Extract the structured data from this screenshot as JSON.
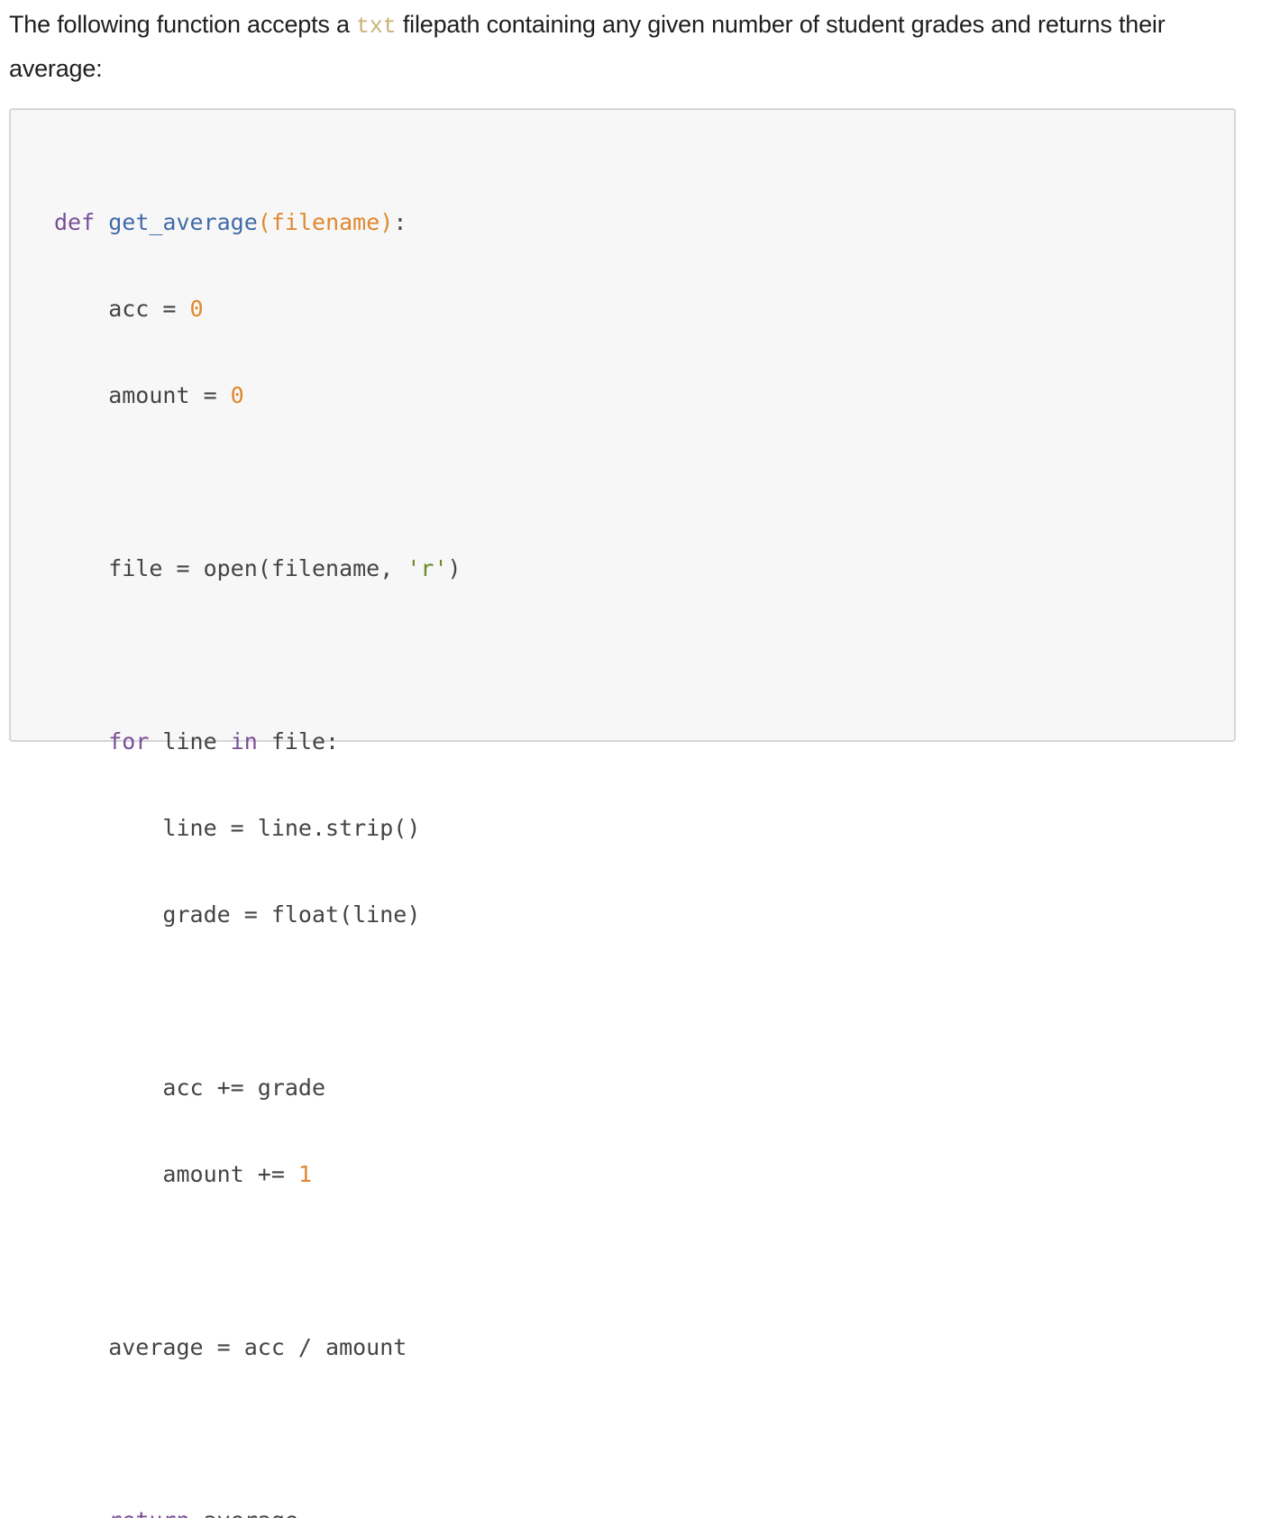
{
  "intro": {
    "before": "The following function accepts a ",
    "code": "txt",
    "after": " filepath containing any given number of student grades and returns their average:"
  },
  "code": {
    "l1": {
      "kw": "def",
      "sp": " ",
      "fn": "get_average",
      "open": "(",
      "param": "filename",
      "close": ")",
      "colon": ":"
    },
    "l2": {
      "text": "    acc = ",
      "num": "0"
    },
    "l3": {
      "text": "    amount = ",
      "num": "0"
    },
    "l5": {
      "text": "    file = open(filename, ",
      "str": "'r'",
      "end": ")"
    },
    "l7": {
      "indent": "    ",
      "kw1": "for",
      "mid": " line ",
      "kw2": "in",
      "end": " file:"
    },
    "l8": {
      "text": "        line = line.strip()"
    },
    "l9": {
      "text": "        grade = float(line)"
    },
    "l11": {
      "text": "        acc += grade"
    },
    "l12": {
      "text": "        amount += ",
      "num": "1"
    },
    "l14": {
      "text": "    average = acc / amount"
    },
    "l16": {
      "indent": "    ",
      "kw": "return",
      "end": " average"
    }
  }
}
